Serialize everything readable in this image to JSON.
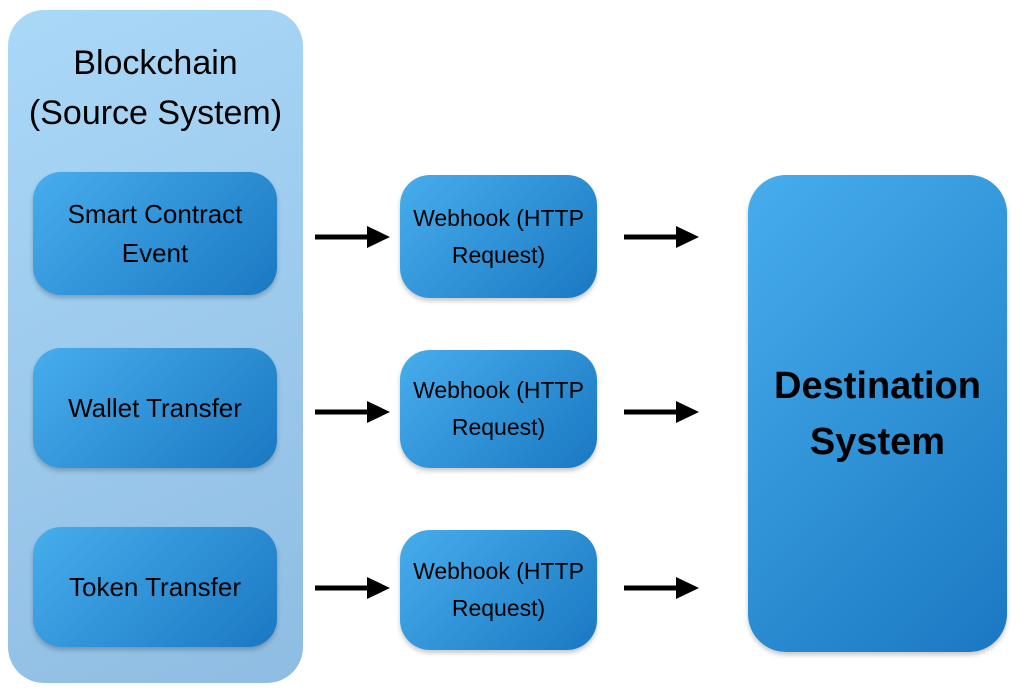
{
  "panel": {
    "title_line1": "Blockchain",
    "title_line2": "(Source System)"
  },
  "rows": [
    {
      "source_label": "Smart Contract Event",
      "webhook_label": "Webhook (HTTP Request)"
    },
    {
      "source_label": "Wallet Transfer",
      "webhook_label": "Webhook (HTTP Request)"
    },
    {
      "source_label": "Token Transfer",
      "webhook_label": "Webhook (HTTP Request)"
    }
  ],
  "destination": {
    "title_line1": "Destination",
    "title_line2": "System"
  },
  "colors": {
    "panel_light": "#aad8f7",
    "panel_dark": "#8fbce2",
    "box_light": "#47adec",
    "box_dark": "#1a78c2",
    "arrow": "#000000",
    "text": "#000000"
  }
}
